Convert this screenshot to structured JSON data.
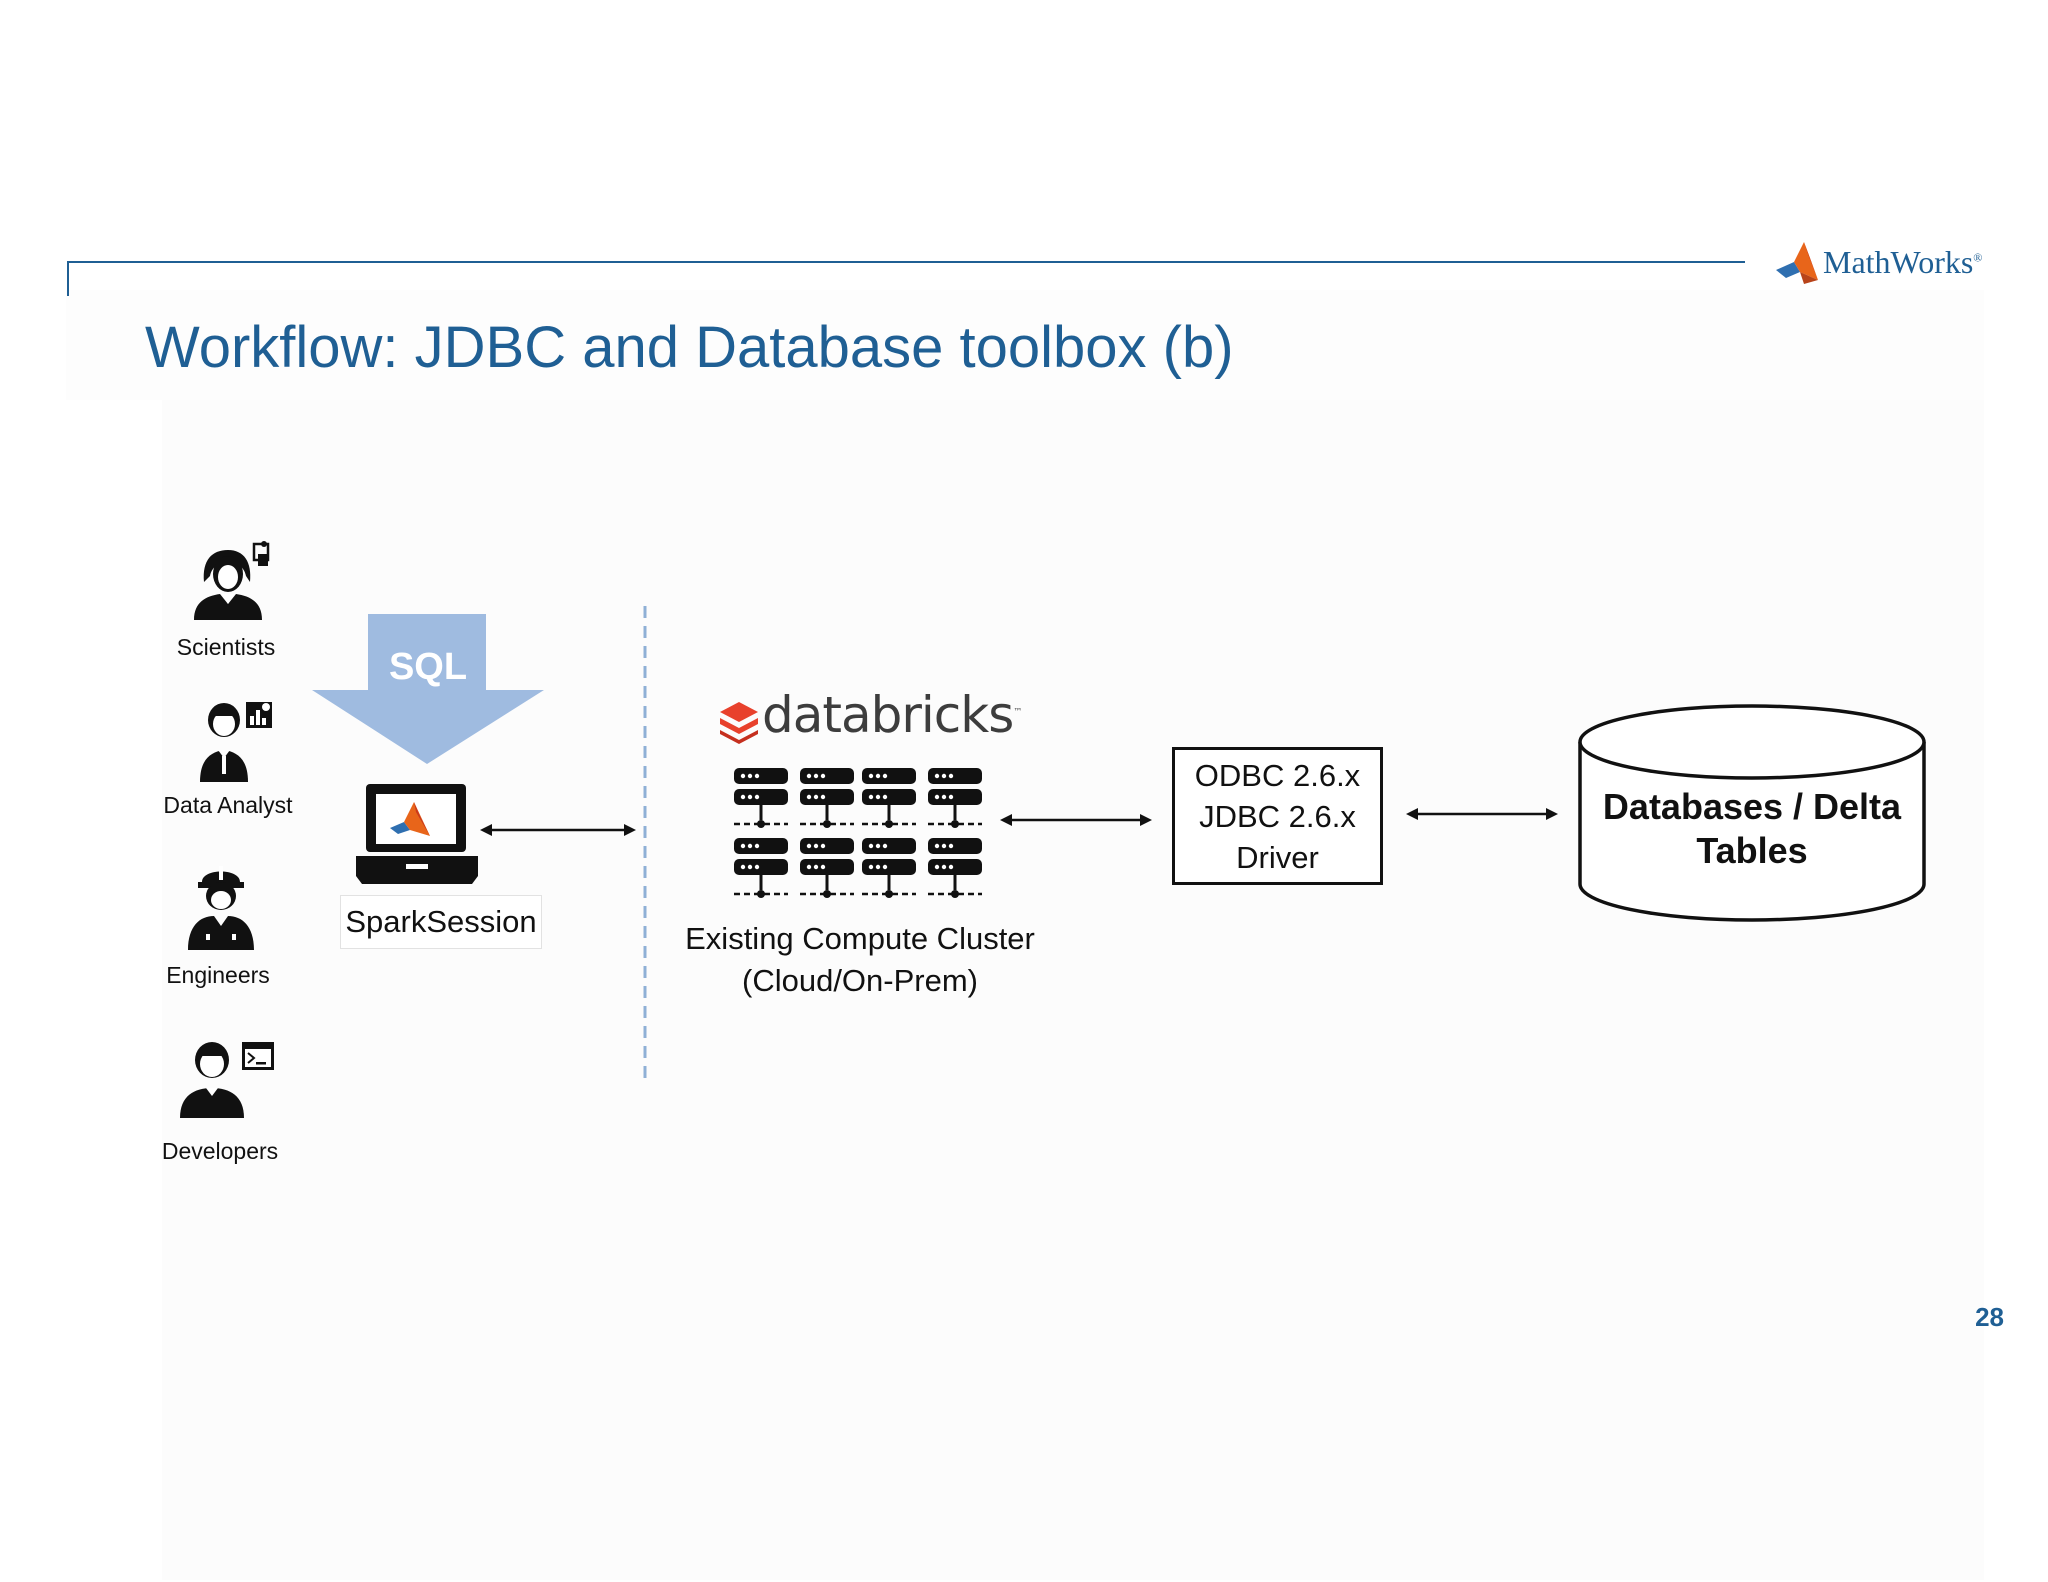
{
  "title": "Workflow: JDBC and Database toolbox (b)",
  "logo": {
    "text": "MathWorks",
    "registered": "®"
  },
  "page_number": "28",
  "roles": [
    {
      "label": "Scientists",
      "icon": "scientist-icon"
    },
    {
      "label": "Data Analyst",
      "icon": "data-analyst-icon"
    },
    {
      "label": "Engineers",
      "icon": "engineer-icon"
    },
    {
      "label": "Developers",
      "icon": "developer-icon"
    }
  ],
  "sql_arrow": {
    "label": "SQL",
    "color": "#9fbbe0"
  },
  "client": {
    "label": "SparkSession",
    "icon": "matlab-laptop-icon"
  },
  "cluster": {
    "brand": "databricks",
    "brand_tm": "™",
    "brand_color": "#e8412c",
    "icon": "server-cluster-icon",
    "label_line1": "Existing Compute Cluster",
    "label_line2": "(Cloud/On-Prem)"
  },
  "driver": {
    "line1": "ODBC 2.6.x",
    "line2": "JDBC 2.6.x",
    "line3": "Driver"
  },
  "database": {
    "line1": "Databases / Delta",
    "line2": "Tables",
    "icon": "database-cylinder-icon"
  },
  "colors": {
    "accent": "#1f5f94",
    "divider": "#8fb0d6"
  }
}
